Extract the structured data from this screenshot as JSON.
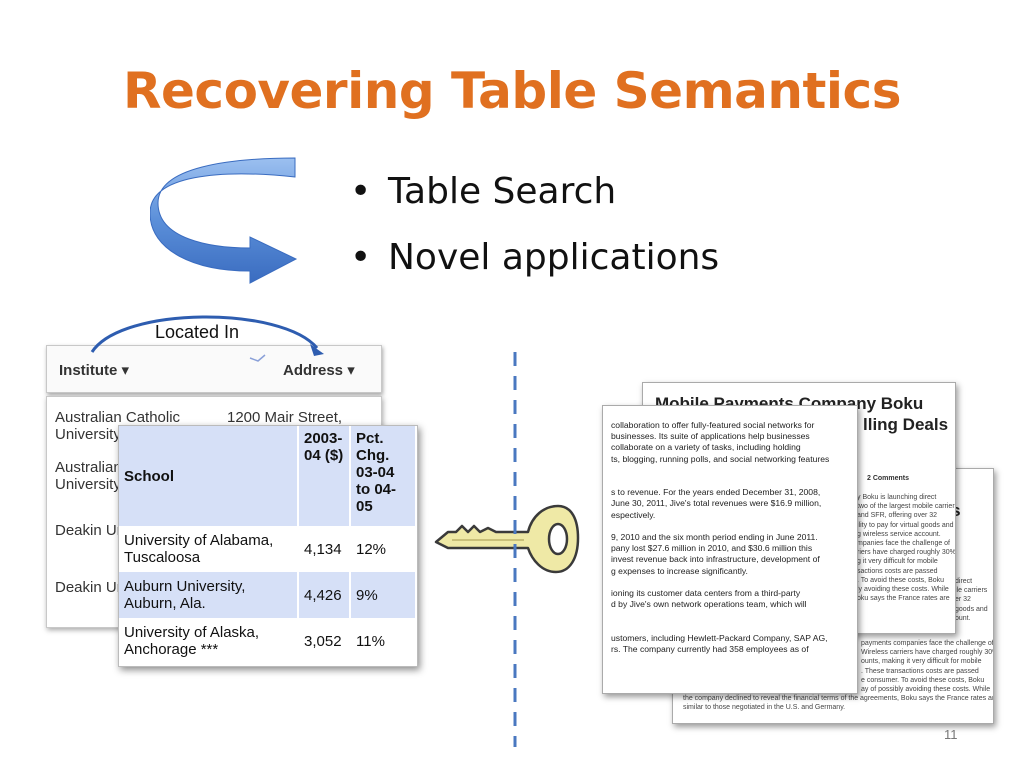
{
  "slide": {
    "title": "Recovering Table Semantics",
    "bullets": [
      "Table Search",
      "Novel applications"
    ],
    "slide_number": "11"
  },
  "schema_table": {
    "headers": [
      "Institute ▾",
      "Address ▾"
    ],
    "relation_label": "Located In",
    "rows": [
      {
        "institute": "Australian Catholic University",
        "address": "1200 Mair Street,"
      },
      {
        "institute": "Australian Catholic University",
        "address": ""
      },
      {
        "institute": "Deakin Uni",
        "address": ""
      },
      {
        "institute": "Deakin Uni",
        "address": ""
      }
    ]
  },
  "school_table": {
    "headers": [
      "School",
      "2003-04 ($)",
      "Pct. Chg. 03-04 to 04-05"
    ],
    "rows": [
      {
        "school": "University of Alabama, Tuscaloosa",
        "amount": "4,134",
        "pct": "12%"
      },
      {
        "school": "Auburn University, Auburn, Ala.",
        "amount": "4,426",
        "pct": "9%"
      },
      {
        "school": "University of Alaska, Anchorage ***",
        "amount": "3,052",
        "pct": "11%"
      }
    ]
  },
  "documents": {
    "mid_title": "Mobile Payments Company Boku",
    "mid_title_fragment": "lling Deals",
    "comments_label": "2 Comments",
    "back_fragment": "als",
    "mid_body": [
      "y Boku is launching direct",
      "two of the largest mobile carriers",
      "and SFR, offering over 32",
      "ility to pay for virtual goods and",
      "g wireless service account.",
      "",
      "mpanies face the challenge of",
      "riers have charged roughly 30%",
      "g it very difficult for mobile",
      "sactions costs are passed",
      ". To avoid these costs, Boku",
      "ly avoiding these costs. While",
      "oku says the France rates are"
    ],
    "back_body": [
      "direct",
      "ile carriers",
      "er 32",
      "goods and",
      "ount."
    ],
    "back_bottom": [
      "payments companies face the challenge of",
      "Wireless carriers have charged roughly 30%",
      "ounts, making it very difficult for mobile",
      ". These transactions costs are passed",
      "e consumer. To avoid these costs, Boku",
      "ay of possibly avoiding these costs. While",
      "the company declined to reveal the financial terms of the agreements, Boku says the France rates are",
      "similar to those negotiated in the U.S. and Germany."
    ],
    "front_body": [
      "collaboration to offer fully-featured social networks for",
      "businesses. Its suite of applications help businesses",
      "collaborate on a variety of tasks, including holding",
      "ts, blogging, running polls, and social networking features",
      "",
      "",
      "s to revenue. For the years ended December 31, 2008,",
      "June 30, 2011, Jive's total revenues were $16.9 million,",
      "espectively.",
      "",
      "9, 2010 and the six month period ending in June 2011.",
      "pany lost $27.6 million in 2010, and $30.6 million this",
      " invest revenue back into infrastructure, development of",
      "g expenses to increase significantly.",
      "",
      "ioning its customer data centers from a third-party",
      "d by Jive's own network operations team, which will",
      "",
      "",
      "ustomers, including Hewlett-Packard Company, SAP AG,",
      "rs. The company currently had 358 employees as of"
    ]
  },
  "colors": {
    "title": "#e07020",
    "arrow": "#5b8fd9",
    "table_highlight": "#d6e0f7",
    "key": "#efe9a6",
    "divider": "#4a78c0"
  }
}
